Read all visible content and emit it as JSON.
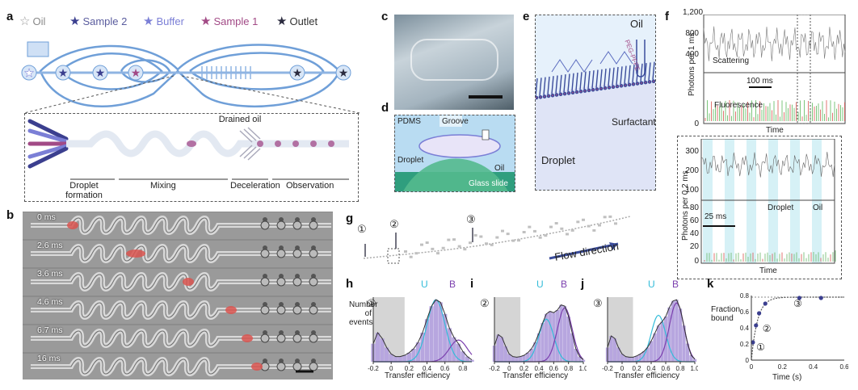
{
  "panel_letters": {
    "a": "a",
    "b": "b",
    "c": "c",
    "d": "d",
    "e": "e",
    "f": "f",
    "g": "g",
    "h": "h",
    "i": "i",
    "j": "j",
    "k": "k"
  },
  "legend": [
    {
      "label": "Oil",
      "color": "#ffffff"
    },
    {
      "label": "Sample 2",
      "color": "#3b3f8f"
    },
    {
      "label": "Buffer",
      "color": "#7b7fd6"
    },
    {
      "label": "Sample 1",
      "color": "#a24a86"
    },
    {
      "label": "Outlet",
      "color": "#2b2b3f"
    }
  ],
  "colors": {
    "channel": "#6f9fd8",
    "droplet": "#a5528f",
    "glass": "#2f9e7e",
    "pdms": "#b9dcf2",
    "uColor": "#33bcd9",
    "bColor": "#7b3fae",
    "hist": "#b7a6df",
    "red": "#d9534f"
  },
  "panel_a": {
    "stages": [
      "Droplet formation",
      "Mixing",
      "Deceleration",
      "Observation"
    ],
    "drained_oil": "Drained oil"
  },
  "panel_b": {
    "times": [
      "0 ms",
      "2.6 ms",
      "3.6 ms",
      "4.6 ms",
      "6.7 ms",
      "16 ms"
    ]
  },
  "panel_d": {
    "pdms": "PDMS",
    "groove": "Groove",
    "droplet": "Droplet",
    "oil": "Oil",
    "glass": "Glass slide"
  },
  "panel_e": {
    "oil": "Oil",
    "surfactant": "Surfactant",
    "droplet": "Droplet",
    "peg": "PEG-PFPE"
  },
  "panel_f": {
    "y_top_label": "Photons per 1 ms",
    "y_bottom_label": "Photons per 0.2 ms",
    "scattering": "Scattering",
    "fluorescence": "Fluorescence",
    "scalebar_top": "100 ms",
    "scalebar_bottom": "25 ms",
    "droplet": "Droplet",
    "oil": "Oil",
    "time": "Time",
    "top_ticks": [
      "1,200",
      "800",
      "400",
      "0"
    ],
    "bottom_ticks_upper": [
      "300",
      "200",
      "100"
    ],
    "bottom_ticks_lower": [
      "80",
      "60",
      "40",
      "20",
      "0"
    ]
  },
  "panel_g": {
    "markers": [
      "①",
      "②",
      "③"
    ],
    "flow": "Flow direction"
  },
  "hist_common": {
    "xlabel": "Transfer efficiency",
    "ylabel": "Number of events",
    "u": "U",
    "b": "B",
    "xticks_h": [
      "-0.2",
      "0",
      "0.2",
      "0.4",
      "0.6",
      "0.8"
    ],
    "xticks_ij": [
      "-0.2",
      "0",
      "0.2",
      "0.4",
      "0.6",
      "0.8",
      "1.0"
    ],
    "markers": [
      "①",
      "②",
      "③"
    ]
  },
  "chart_data": [
    {
      "type": "bar",
      "panel": "h",
      "xlabel": "Transfer efficiency",
      "ylabel": "Number of events",
      "x": [
        -0.2,
        -0.15,
        -0.1,
        -0.05,
        0,
        0.05,
        0.1,
        0.15,
        0.2,
        0.25,
        0.3,
        0.35,
        0.4,
        0.45,
        0.5,
        0.55,
        0.6,
        0.65,
        0.7,
        0.75,
        0.8,
        0.85,
        0.9
      ],
      "values": [
        0.28,
        0.45,
        0.36,
        0.22,
        0.12,
        0.08,
        0.08,
        0.1,
        0.14,
        0.2,
        0.3,
        0.45,
        0.66,
        0.86,
        0.96,
        0.92,
        0.74,
        0.52,
        0.38,
        0.28,
        0.16,
        0.08,
        0.03
      ],
      "series": [
        {
          "name": "U",
          "peak": 0.5
        },
        {
          "name": "B",
          "peak": 0.75
        }
      ]
    },
    {
      "type": "bar",
      "panel": "i",
      "xlabel": "Transfer efficiency",
      "ylabel": "Number of events",
      "x": [
        -0.2,
        -0.15,
        -0.1,
        -0.05,
        0,
        0.05,
        0.1,
        0.15,
        0.2,
        0.25,
        0.3,
        0.35,
        0.4,
        0.45,
        0.5,
        0.55,
        0.6,
        0.65,
        0.7,
        0.75,
        0.8,
        0.85,
        0.9,
        0.95,
        1.0
      ],
      "values": [
        0.25,
        0.42,
        0.38,
        0.24,
        0.12,
        0.08,
        0.07,
        0.08,
        0.1,
        0.14,
        0.2,
        0.3,
        0.44,
        0.6,
        0.74,
        0.78,
        0.76,
        0.8,
        0.88,
        0.86,
        0.7,
        0.44,
        0.2,
        0.08,
        0.03
      ],
      "series": [
        {
          "name": "U",
          "peak": 0.5
        },
        {
          "name": "B",
          "peak": 0.75
        }
      ]
    },
    {
      "type": "bar",
      "panel": "j",
      "xlabel": "Transfer efficiency",
      "ylabel": "Number of events",
      "x": [
        -0.2,
        -0.15,
        -0.1,
        -0.05,
        0,
        0.05,
        0.1,
        0.15,
        0.2,
        0.25,
        0.3,
        0.35,
        0.4,
        0.45,
        0.5,
        0.55,
        0.6,
        0.65,
        0.7,
        0.75,
        0.8,
        0.85,
        0.9,
        0.95,
        1.0
      ],
      "values": [
        0.22,
        0.4,
        0.36,
        0.22,
        0.12,
        0.08,
        0.07,
        0.07,
        0.09,
        0.12,
        0.16,
        0.22,
        0.32,
        0.44,
        0.56,
        0.62,
        0.7,
        0.84,
        0.94,
        0.96,
        0.82,
        0.56,
        0.28,
        0.1,
        0.04
      ],
      "series": [
        {
          "name": "U",
          "peak": 0.5
        },
        {
          "name": "B",
          "peak": 0.75
        }
      ]
    },
    {
      "type": "scatter",
      "panel": "k",
      "xlabel": "Time (s)",
      "ylabel": "Fraction bound",
      "xlim": [
        0,
        0.6
      ],
      "ylim": [
        0,
        0.8
      ],
      "xticks": [
        "0",
        "0.2",
        "0.4",
        "0.6"
      ],
      "yticks": [
        "0",
        "0.2",
        "0.4",
        "0.6",
        "0.8"
      ],
      "x": [
        0.01,
        0.03,
        0.05,
        0.09,
        0.31,
        0.45
      ],
      "y": [
        0.22,
        0.43,
        0.58,
        0.7,
        0.77,
        0.77
      ],
      "markers": [
        "①",
        "②",
        "③"
      ]
    }
  ]
}
